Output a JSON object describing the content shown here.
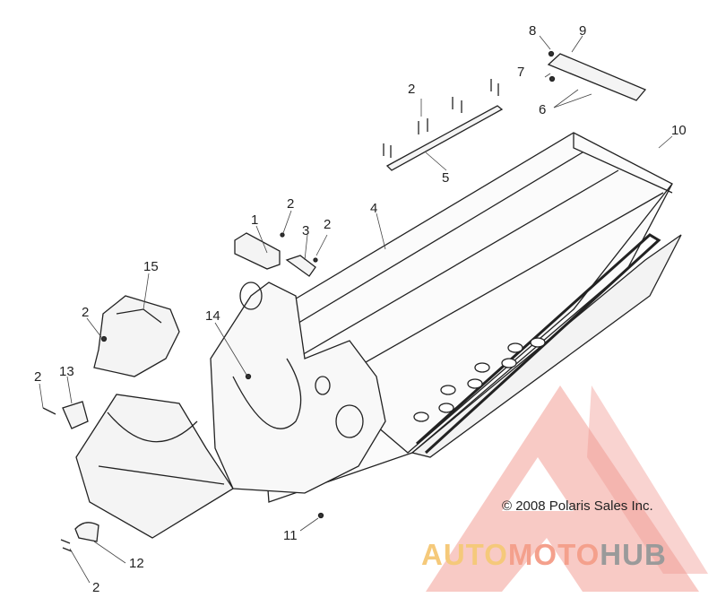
{
  "callouts": [
    {
      "id": "c1",
      "text": "1"
    },
    {
      "id": "c2a",
      "text": "2"
    },
    {
      "id": "c2b",
      "text": "2"
    },
    {
      "id": "c2c",
      "text": "2"
    },
    {
      "id": "c2d",
      "text": "2"
    },
    {
      "id": "c2e",
      "text": "2"
    },
    {
      "id": "c2f",
      "text": "2"
    },
    {
      "id": "c3",
      "text": "3"
    },
    {
      "id": "c4",
      "text": "4"
    },
    {
      "id": "c5",
      "text": "5"
    },
    {
      "id": "c6",
      "text": "6"
    },
    {
      "id": "c7",
      "text": "7"
    },
    {
      "id": "c8",
      "text": "8"
    },
    {
      "id": "c9",
      "text": "9"
    },
    {
      "id": "c10",
      "text": "10"
    },
    {
      "id": "c11",
      "text": "11"
    },
    {
      "id": "c12",
      "text": "12"
    },
    {
      "id": "c13",
      "text": "13"
    },
    {
      "id": "c14",
      "text": "14"
    },
    {
      "id": "c15",
      "text": "15"
    }
  ],
  "copyright": "© 2008 Polaris Sales Inc.",
  "watermark": {
    "part1": "AUTO",
    "part2": "MOTO",
    "part3": "HUB",
    "colors": {
      "auto": "#f5c97a",
      "moto": "#f4a08c",
      "hub": "#9a9a9a",
      "logo": "#f08c84"
    }
  }
}
